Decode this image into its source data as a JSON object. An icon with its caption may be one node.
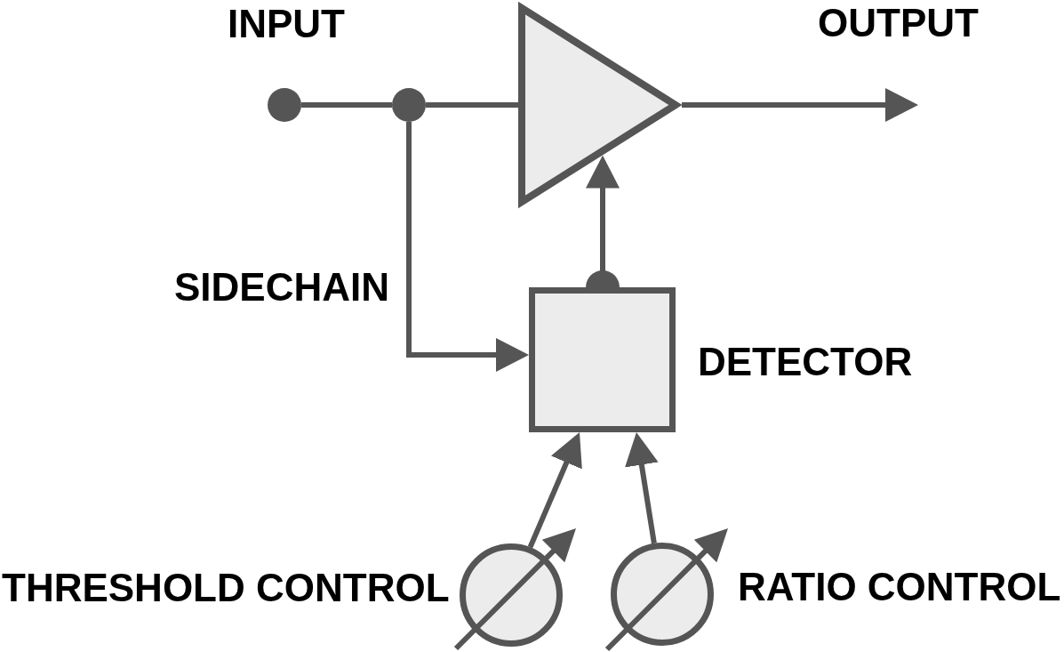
{
  "diagram": {
    "nodes": [
      {
        "text": [],
        "shape": "circle",
        "beside": [
          "INPUT"
        ]
      },
      {
        "text": [],
        "shape": "circle"
      },
      {
        "text": [],
        "shape": "triangle"
      },
      {
        "text": [],
        "shape": "box",
        "beside": [
          "DETECTOR"
        ]
      },
      {
        "text": [],
        "shape": "circle",
        "beside": [
          "THRESHOLD CONTROL"
        ]
      },
      {
        "text": [],
        "shape": "circle",
        "beside": [
          "RATIO CONTROL"
        ]
      }
    ],
    "edges": [
      {
        "from": 0,
        "to": 1,
        "arrow": "none"
      },
      {
        "from": 1,
        "to": 2,
        "arrow": "none"
      },
      {
        "from": 1,
        "to": 3,
        "arrow": "to",
        "label": "SIDECHAIN"
      },
      {
        "from": 2,
        "to": null,
        "arrow": "to"
      },
      {
        "from": 3,
        "to": 2,
        "arrow": "to"
      },
      {
        "from": 4,
        "to": 3,
        "arrow": "to"
      },
      {
        "from": 5,
        "to": 3,
        "arrow": "to"
      }
    ],
    "labels": [
      "OUTPUT"
    ]
  }
}
